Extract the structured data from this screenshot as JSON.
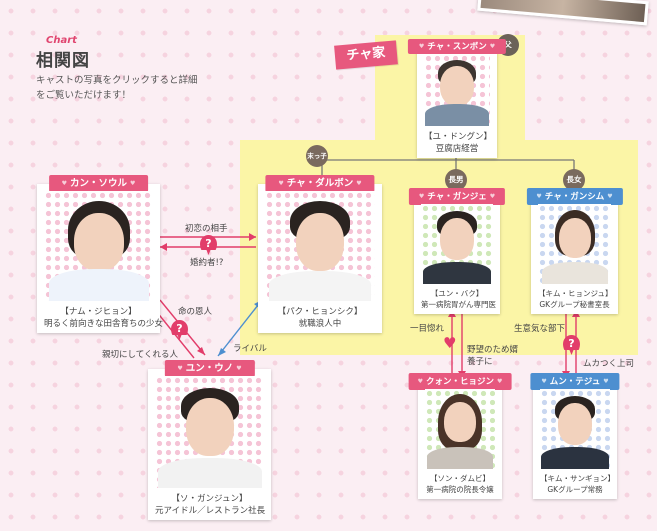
{
  "header": {
    "eyebrow": "Chart",
    "title": "相関図",
    "description": "キャストの写真をクリックすると詳細をご覧いただけます！"
  },
  "family": {
    "tag": "チャ家"
  },
  "relation_badges": {
    "father": "父",
    "youngest": "末っ子",
    "eldest_son": "長男",
    "eldest_daughter": "長女"
  },
  "characters": [
    {
      "id": "cha-sunbong",
      "name": "チャ・スンボン",
      "actor": "【ユ・ドングン】",
      "role": "豆腐店経営",
      "tag_color": "pink",
      "dot_color": "#f5c4d6"
    },
    {
      "id": "kang-sowol",
      "name": "カン・ソウル",
      "actor": "【ナム・ジヒョン】",
      "role": "明るく前向きな田舎育ちの少女",
      "tag_color": "pink",
      "dot_color": "#f5c4d6"
    },
    {
      "id": "cha-dalbong",
      "name": "チャ・ダルボン",
      "actor": "【パク・ヒョンシク】",
      "role": "就職浪人中",
      "tag_color": "pink",
      "dot_color": "#f5c4d6"
    },
    {
      "id": "cha-kangjae",
      "name": "チャ・ガンジェ",
      "actor": "【ユン・バク】",
      "role": "第一病院胃がん専門医",
      "tag_color": "pink",
      "dot_color": "#cfe8b8"
    },
    {
      "id": "cha-kangsim",
      "name": "チャ・ガンシム",
      "actor": "【キム・ヒョンジュ】",
      "role": "GKグループ秘書室長",
      "tag_color": "blue",
      "dot_color": "#c9d7f0"
    },
    {
      "id": "yun-uno",
      "name": "ユン・ウノ",
      "actor": "【ソ・ガンジュン】",
      "role": "元アイドル／レストラン社長",
      "tag_color": "pink",
      "dot_color": "#f5c4d6"
    },
    {
      "id": "kwon-hyosun",
      "name": "クォン・ヒョジン",
      "actor": "【ソン・ダムビ】",
      "role": "第一病院の院長令嬢",
      "tag_color": "pink",
      "dot_color": "#cfe8b8"
    },
    {
      "id": "moon-taejun",
      "name": "ムン・テジュ",
      "actor": "【キム・サンギョン】",
      "role": "GKグループ常務",
      "tag_color": "blue",
      "dot_color": "#c9d7f0"
    }
  ],
  "relations": {
    "first_love": "初恋の相手",
    "fiance": "婚約者!?",
    "savior": "命の恩人",
    "kind": "親切にしてくれる人",
    "rival": "ライバル",
    "love_at_first": "一目惚れ",
    "adopted": "野望のため婿養子に",
    "cheeky": "生意気な部下",
    "annoying": "ムカつく上司"
  }
}
